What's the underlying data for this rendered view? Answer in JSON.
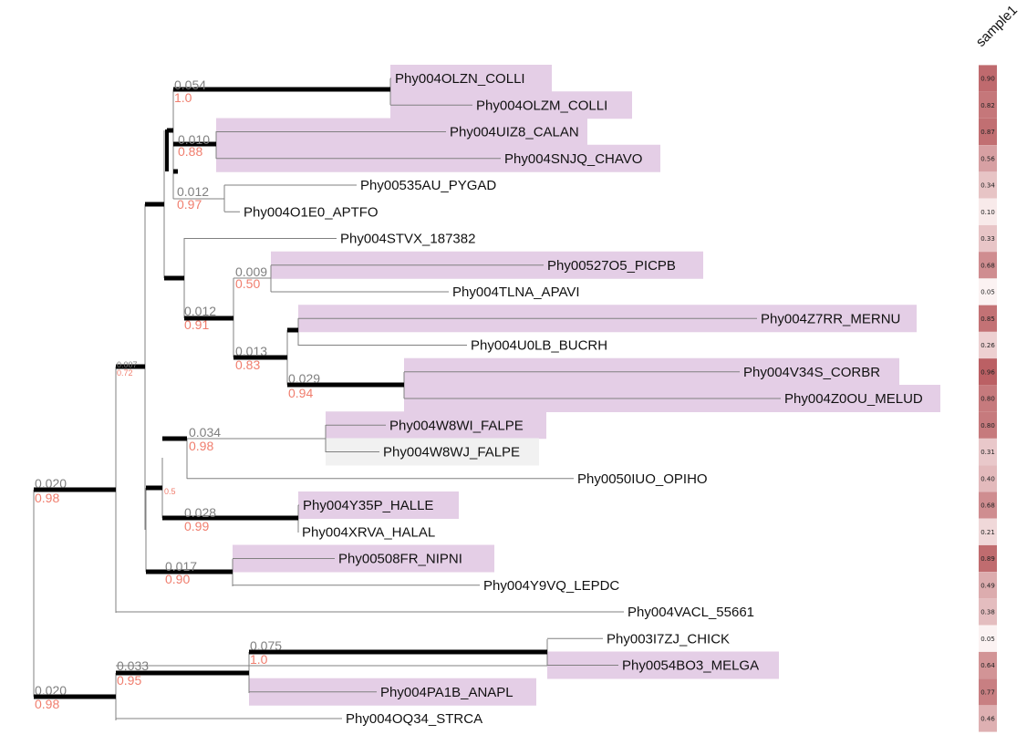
{
  "heatmap_column": "sample1",
  "colors": {
    "highlight": "#e4cee6",
    "gray_highlight": "#f1f1f1",
    "branch": "#808080",
    "thick_branch": "#000000",
    "support": "#808080",
    "bootstrap": "#f07e6e"
  },
  "leaves": [
    {
      "name": "Phy004OLZN_COLLI",
      "value": "0.90",
      "highlight": "purple"
    },
    {
      "name": "Phy004OLZM_COLLI",
      "value": "0.82",
      "highlight": "purple"
    },
    {
      "name": "Phy004UIZ8_CALAN",
      "value": "0.87",
      "highlight": "purple"
    },
    {
      "name": "Phy004SNJQ_CHAVO",
      "value": "0.56",
      "highlight": "purple"
    },
    {
      "name": "Phy00535AU_PYGAD",
      "value": "0.34",
      "highlight": "none"
    },
    {
      "name": "Phy004O1E0_APTFO",
      "value": "0.10",
      "highlight": "none"
    },
    {
      "name": "Phy004STVX_187382",
      "value": "0.33",
      "highlight": "none"
    },
    {
      "name": "Phy00527O5_PICPB",
      "value": "0.68",
      "highlight": "purple"
    },
    {
      "name": "Phy004TLNA_APAVI",
      "value": "0.05",
      "highlight": "none"
    },
    {
      "name": "Phy004Z7RR_MERNU",
      "value": "0.85",
      "highlight": "purple"
    },
    {
      "name": "Phy004U0LB_BUCRH",
      "value": "0.26",
      "highlight": "none"
    },
    {
      "name": "Phy004V34S_CORBR",
      "value": "0.96",
      "highlight": "purple"
    },
    {
      "name": "Phy004Z0OU_MELUD",
      "value": "0.80",
      "highlight": "purple"
    },
    {
      "name": "Phy004W8WI_FALPE",
      "value": "0.80",
      "highlight": "purple"
    },
    {
      "name": "Phy004W8WJ_FALPE",
      "value": "0.31",
      "highlight": "gray"
    },
    {
      "name": "Phy0050IUO_OPIHO",
      "value": "0.40",
      "highlight": "none"
    },
    {
      "name": "Phy004Y35P_HALLE",
      "value": "0.68",
      "highlight": "purple"
    },
    {
      "name": "Phy004XRVA_HALAL",
      "value": "0.21",
      "highlight": "none"
    },
    {
      "name": "Phy00508FR_NIPNI",
      "value": "0.89",
      "highlight": "purple"
    },
    {
      "name": "Phy004Y9VQ_LEPDC",
      "value": "0.49",
      "highlight": "none"
    },
    {
      "name": "Phy004VACL_55661",
      "value": "0.38",
      "highlight": "none"
    },
    {
      "name": "Phy003I7ZJ_CHICK",
      "value": "0.05",
      "highlight": "none"
    },
    {
      "name": "Phy0054BO3_MELGA",
      "value": "0.64",
      "highlight": "purple"
    },
    {
      "name": "Phy004PA1B_ANAPL",
      "value": "0.77",
      "highlight": "purple"
    },
    {
      "name": "Phy004OQ34_STRCA",
      "value": "0.46",
      "highlight": "none"
    }
  ],
  "node_labels": [
    {
      "support": "0.054",
      "bootstrap": "1.0",
      "small": false
    },
    {
      "support": "0.010",
      "bootstrap": "0.88",
      "small": false
    },
    {
      "support": "0.012",
      "bootstrap": "0.97",
      "small": false
    },
    {
      "support": "0.009",
      "bootstrap": "0.50",
      "small": false
    },
    {
      "support": "0.012",
      "bootstrap": "0.91",
      "small": false
    },
    {
      "support": "0.013",
      "bootstrap": "0.83",
      "small": false
    },
    {
      "support": "0.029",
      "bootstrap": "0.94",
      "small": false
    },
    {
      "support": "0.007",
      "bootstrap": "0.72",
      "small": true
    },
    {
      "support": "0.034",
      "bootstrap": "0.98",
      "small": false
    },
    {
      "support": "",
      "bootstrap": "0.5",
      "small": true
    },
    {
      "support": "0.028",
      "bootstrap": "0.99",
      "small": false
    },
    {
      "support": "0.017",
      "bootstrap": "0.90",
      "small": false
    },
    {
      "support": "0.020",
      "bootstrap": "0.98",
      "small": false
    },
    {
      "support": "0.075",
      "bootstrap": "1.0",
      "small": false
    },
    {
      "support": "0.033",
      "bootstrap": "0.95",
      "small": false
    },
    {
      "support": "0.020",
      "bootstrap": "0.98",
      "small": false
    }
  ]
}
